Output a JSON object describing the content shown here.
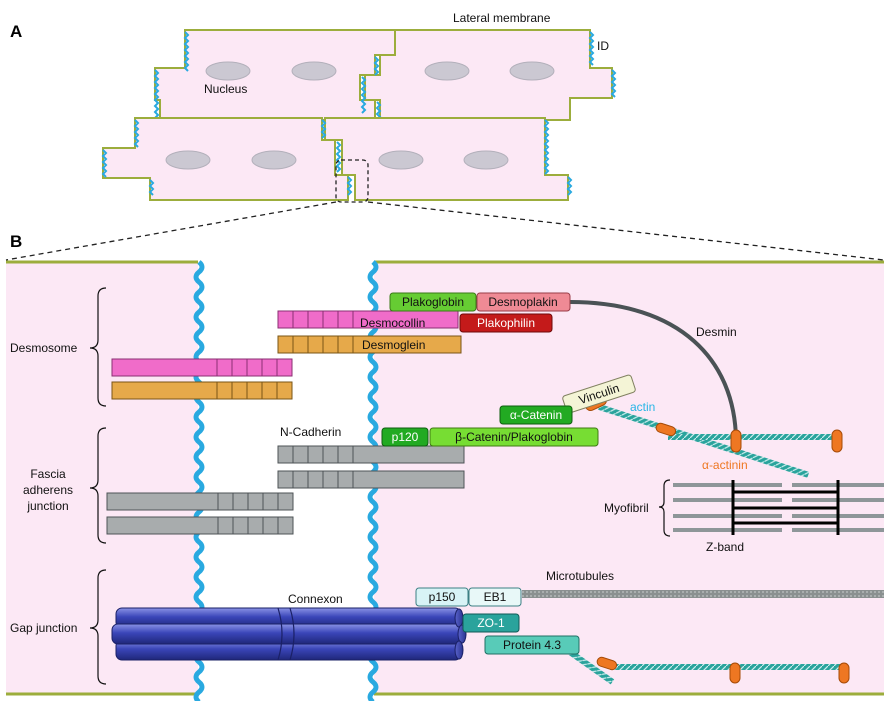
{
  "panel_a": {
    "letter": "A",
    "lateral_membrane": "Lateral membrane",
    "id_label": "ID",
    "nucleus": "Nucleus"
  },
  "panel_b": {
    "letter": "B",
    "groups": {
      "desmosome": "Desmosome",
      "fascia_1": "Fascia",
      "fascia_2": "adherens",
      "fascia_3": "junction",
      "gap": "Gap junction"
    },
    "proteins": {
      "plakoglobin": "Plakoglobin",
      "desmoplakin": "Desmoplakin",
      "desmocollin": "Desmocollin",
      "plakophilin": "Plakophilin",
      "desmoglein": "Desmoglein",
      "desmin": "Desmin",
      "vinculin": "Vinculin",
      "alpha_catenin": "α-Catenin",
      "actin": "actin",
      "p120": "p120",
      "beta_catenin": "β-Catenin/Plakoglobin",
      "n_cadherin": "N-Cadherin",
      "alpha_actinin": "α-actinin",
      "myofibril": "Myofibril",
      "z_band": "Z-band",
      "connexon": "Connexon",
      "microtubules": "Microtubules",
      "p150": "p150",
      "eb1": "EB1",
      "zo1": "ZO-1",
      "protein43": "Protein 4.3"
    }
  },
  "colors": {
    "cell_fill": "#fce8f5",
    "membrane_green": "#9cad3c",
    "membrane_blue": "#29a9e0",
    "nucleus": "#cbc8d2",
    "desmocollin": "#f06cc9",
    "desmoglein": "#e6a94a",
    "cadherin": "#a8acad",
    "plakoglobin": "#66cc33",
    "desmoplakin": "#ef8a95",
    "plakophilin": "#c41a1a",
    "alpha_catenin": "#22aa22",
    "beta_catenin": "#77dd33",
    "vinculin": "#f4f4d6",
    "actin_label": "#28b6e6",
    "actinin": "#ee7722",
    "connexon": "#3a45b8",
    "zo1": "#2aa39c",
    "protein43": "#58cbb8",
    "p150": "#d8f3f6",
    "eb1": "#e8f8f8"
  }
}
